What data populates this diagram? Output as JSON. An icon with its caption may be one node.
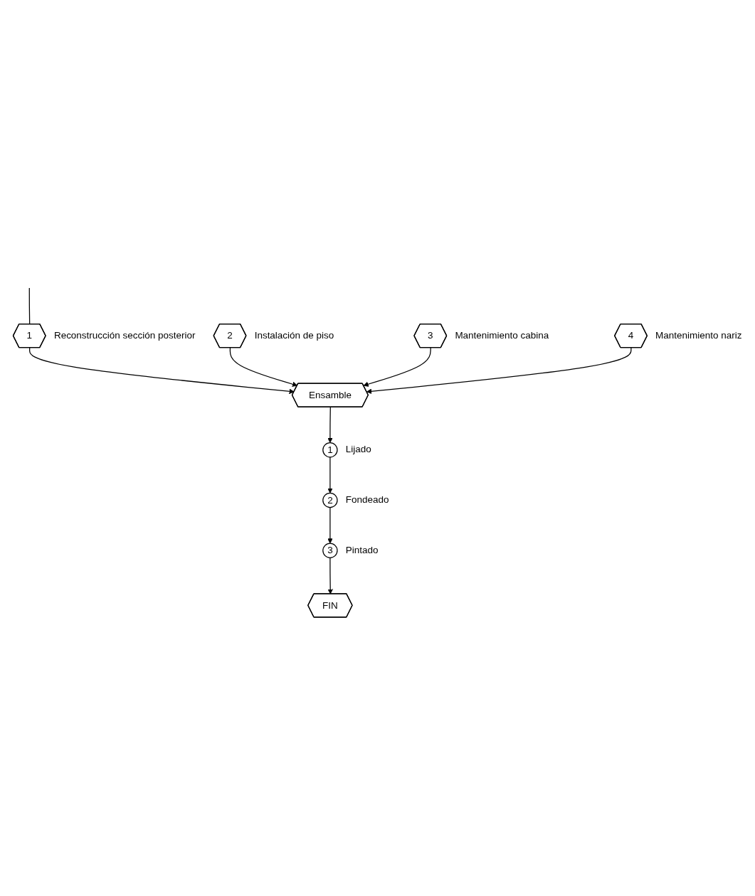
{
  "diagram": {
    "nodes": [
      {
        "text": [
          "1"
        ],
        "beside": [
          "Reconstrucción sección posterior"
        ]
      },
      {
        "text": [
          "2"
        ],
        "beside": [
          "Instalación de piso"
        ]
      },
      {
        "text": [
          "3"
        ],
        "beside": [
          "Mantenimiento cabina"
        ]
      },
      {
        "text": [
          "4"
        ],
        "beside": [
          "Mantenimiento nariz"
        ]
      },
      {
        "text": [
          "Ensamble"
        ]
      },
      {
        "text": [
          "1"
        ],
        "beside": [
          "Lijado"
        ]
      },
      {
        "text": [
          "2"
        ],
        "beside": [
          "Fondeado"
        ]
      },
      {
        "text": [
          "3"
        ],
        "beside": [
          "Pintado"
        ]
      },
      {
        "text": [
          "FIN"
        ]
      }
    ],
    "edges": [
      {
        "from": null,
        "to": 0,
        "arrow": "none"
      },
      {
        "from": 0,
        "to": 4,
        "arrow": "to"
      },
      {
        "from": 1,
        "to": 4,
        "arrow": "to"
      },
      {
        "from": 2,
        "to": 4,
        "arrow": "to"
      },
      {
        "from": 3,
        "to": 4,
        "arrow": "to"
      },
      {
        "from": 4,
        "to": 5,
        "arrow": "to"
      },
      {
        "from": 5,
        "to": 6,
        "arrow": "to"
      },
      {
        "from": 6,
        "to": 7,
        "arrow": "to"
      },
      {
        "from": 7,
        "to": 8,
        "arrow": "to"
      }
    ]
  }
}
